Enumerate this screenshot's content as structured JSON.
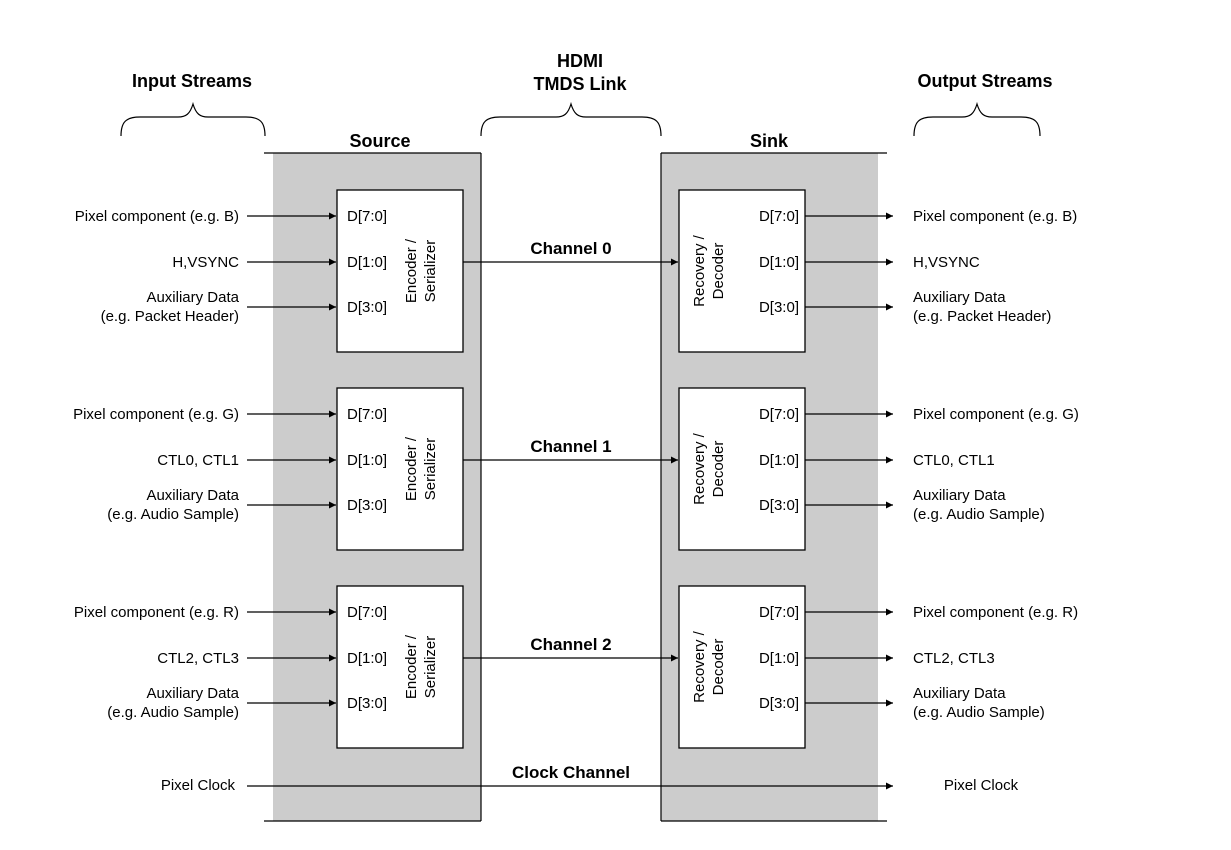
{
  "headers": {
    "input_streams": "Input Streams",
    "hdmi_line1": "HDMI",
    "hdmi_line2": "TMDS Link",
    "output_streams": "Output Streams",
    "source": "Source",
    "sink": "Sink"
  },
  "channels": [
    {
      "name": "Channel 0",
      "encoder_line1": "Encoder /",
      "encoder_line2": "Serializer",
      "decoder_line1": "Recovery /",
      "decoder_line2": "Decoder",
      "pins": [
        "D[7:0]",
        "D[1:0]",
        "D[3:0]"
      ],
      "inputs": [
        [
          "Pixel component (e.g. B)"
        ],
        [
          "H,VSYNC"
        ],
        [
          "Auxiliary Data",
          "(e.g. Packet Header)"
        ]
      ],
      "outputs": [
        [
          "Pixel component (e.g. B)"
        ],
        [
          "H,VSYNC"
        ],
        [
          "Auxiliary Data",
          "(e.g. Packet Header)"
        ]
      ]
    },
    {
      "name": "Channel 1",
      "encoder_line1": "Encoder /",
      "encoder_line2": "Serializer",
      "decoder_line1": "Recovery /",
      "decoder_line2": "Decoder",
      "pins": [
        "D[7:0]",
        "D[1:0]",
        "D[3:0]"
      ],
      "inputs": [
        [
          "Pixel component (e.g. G)"
        ],
        [
          "CTL0, CTL1"
        ],
        [
          "Auxiliary Data",
          "(e.g. Audio Sample)"
        ]
      ],
      "outputs": [
        [
          "Pixel component (e.g. G)"
        ],
        [
          "CTL0, CTL1"
        ],
        [
          "Auxiliary Data",
          "(e.g. Audio Sample)"
        ]
      ]
    },
    {
      "name": "Channel 2",
      "encoder_line1": "Encoder /",
      "encoder_line2": "Serializer",
      "decoder_line1": "Recovery /",
      "decoder_line2": "Decoder",
      "pins": [
        "D[7:0]",
        "D[1:0]",
        "D[3:0]"
      ],
      "inputs": [
        [
          "Pixel component (e.g. R)"
        ],
        [
          "CTL2, CTL3"
        ],
        [
          "Auxiliary Data",
          "(e.g. Audio Sample)"
        ]
      ],
      "outputs": [
        [
          "Pixel component (e.g. R)"
        ],
        [
          "CTL2, CTL3"
        ],
        [
          "Auxiliary Data",
          "(e.g. Audio Sample)"
        ]
      ]
    }
  ],
  "clock": {
    "name": "Clock Channel",
    "input": "Pixel Clock",
    "output": "Pixel Clock"
  },
  "colors": {
    "panel_fill": "#cccccc",
    "line": "#000000",
    "box_fill": "#ffffff"
  }
}
